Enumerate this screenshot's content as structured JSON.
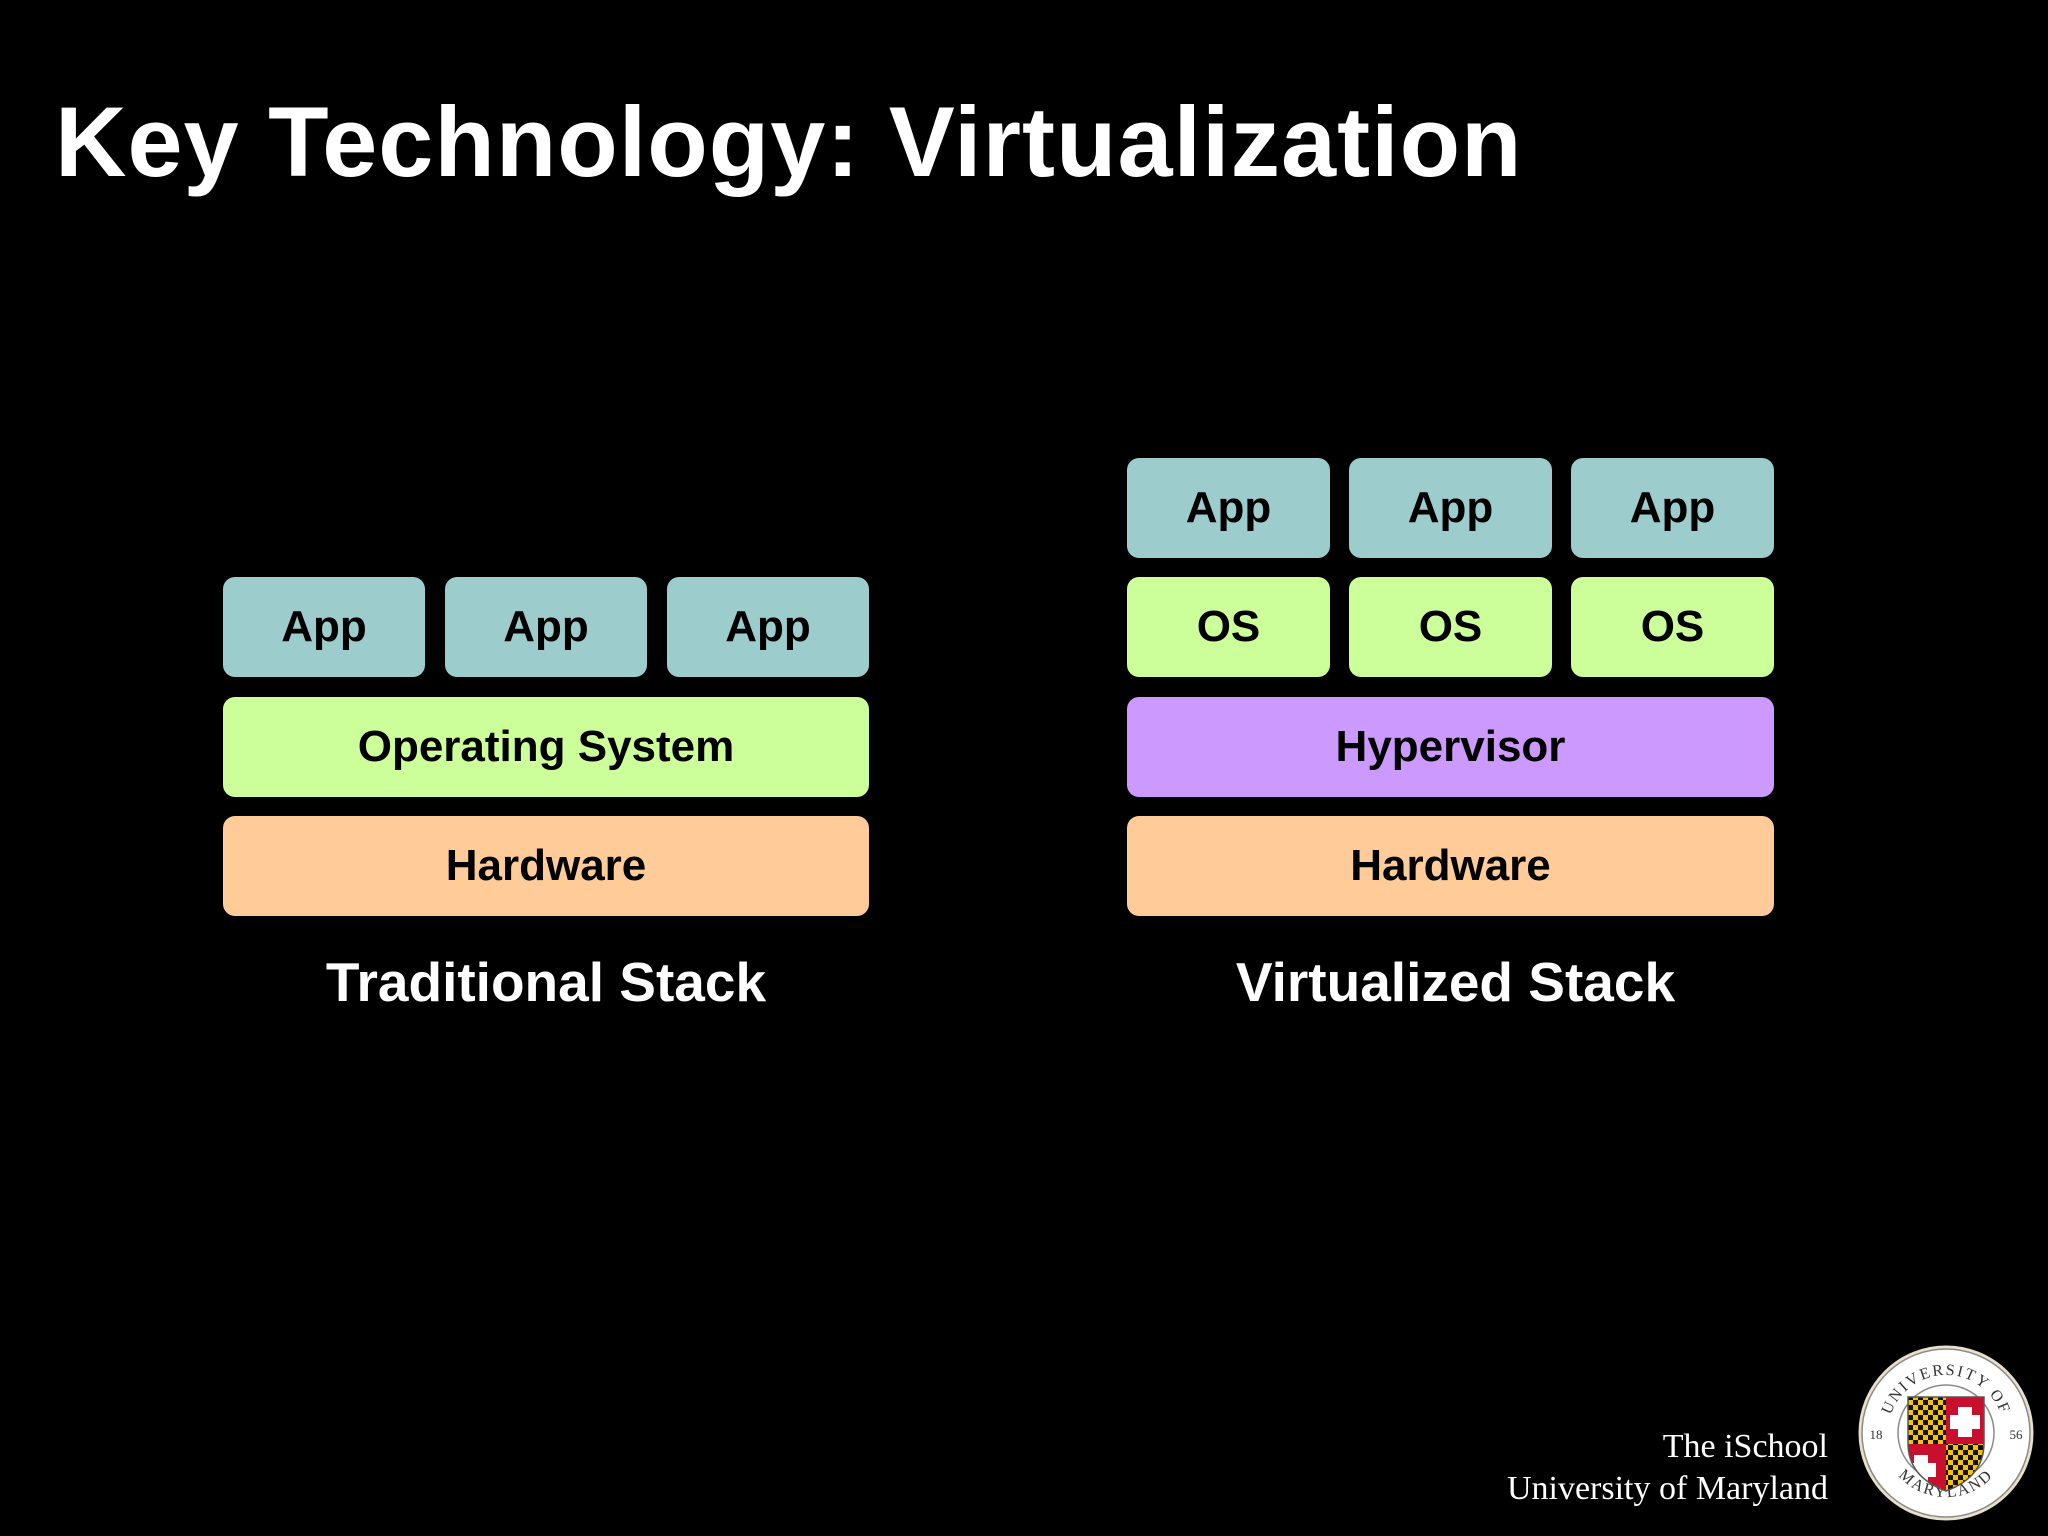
{
  "title": "Key Technology: Virtualization",
  "colors": {
    "background": "#000000",
    "app": "#9ccccc",
    "os": "#ccff99",
    "hypervisor": "#cc99ff",
    "hardware": "#ffcc99"
  },
  "traditional": {
    "apps": [
      "App",
      "App",
      "App"
    ],
    "os": "Operating System",
    "hardware": "Hardware",
    "caption": "Traditional Stack"
  },
  "virtualized": {
    "apps": [
      "App",
      "App",
      "App"
    ],
    "oses": [
      "OS",
      "OS",
      "OS"
    ],
    "hypervisor": "Hypervisor",
    "hardware": "Hardware",
    "caption": "Virtualized Stack"
  },
  "footer": {
    "line1": "The iSchool",
    "line2": "University of Maryland"
  },
  "seal": {
    "top_text": "UNIVERSITY OF",
    "bottom_text": "MARYLAND",
    "year_left": "18",
    "year_right": "56"
  }
}
